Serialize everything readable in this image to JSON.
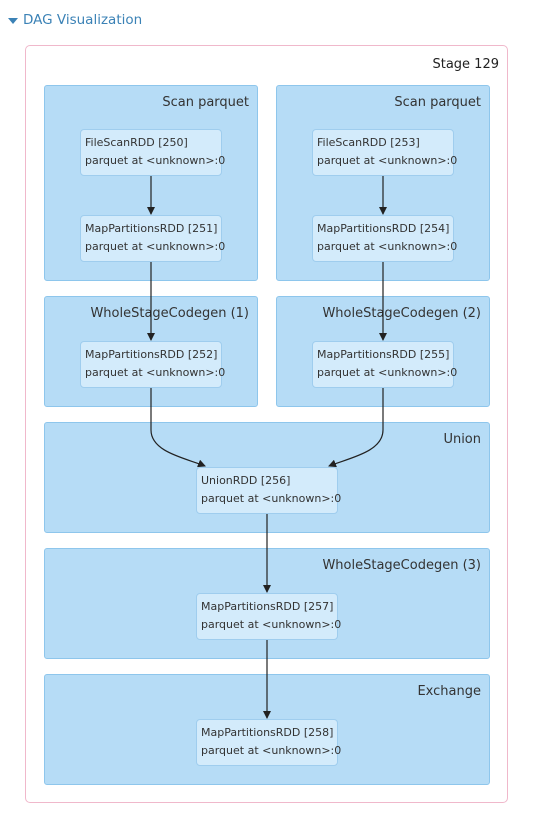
{
  "header": {
    "toggle_label": "DAG Visualization"
  },
  "stage": {
    "title": "Stage 129"
  },
  "clusters": {
    "scan1": "Scan parquet",
    "scan2": "Scan parquet",
    "wsc1": "WholeStageCodegen (1)",
    "wsc2": "WholeStageCodegen (2)",
    "union": "Union",
    "wsc3": "WholeStageCodegen (3)",
    "exchange": "Exchange"
  },
  "nodes": {
    "n250": {
      "name": "FileScanRDD [250]",
      "detail": "parquet at <unknown>:0"
    },
    "n251": {
      "name": "MapPartitionsRDD [251]",
      "detail": "parquet at <unknown>:0"
    },
    "n253": {
      "name": "FileScanRDD [253]",
      "detail": "parquet at <unknown>:0"
    },
    "n254": {
      "name": "MapPartitionsRDD [254]",
      "detail": "parquet at <unknown>:0"
    },
    "n252": {
      "name": "MapPartitionsRDD [252]",
      "detail": "parquet at <unknown>:0"
    },
    "n255": {
      "name": "MapPartitionsRDD [255]",
      "detail": "parquet at <unknown>:0"
    },
    "n256": {
      "name": "UnionRDD [256]",
      "detail": "parquet at <unknown>:0"
    },
    "n257": {
      "name": "MapPartitionsRDD [257]",
      "detail": "parquet at <unknown>:0"
    },
    "n258": {
      "name": "MapPartitionsRDD [258]",
      "detail": "parquet at <unknown>:0"
    }
  },
  "colors": {
    "cluster_fill": "#b6dcf6",
    "node_fill": "#d3ebfb",
    "stage_border": "#f0b8cb",
    "link": "#3b82b6"
  }
}
